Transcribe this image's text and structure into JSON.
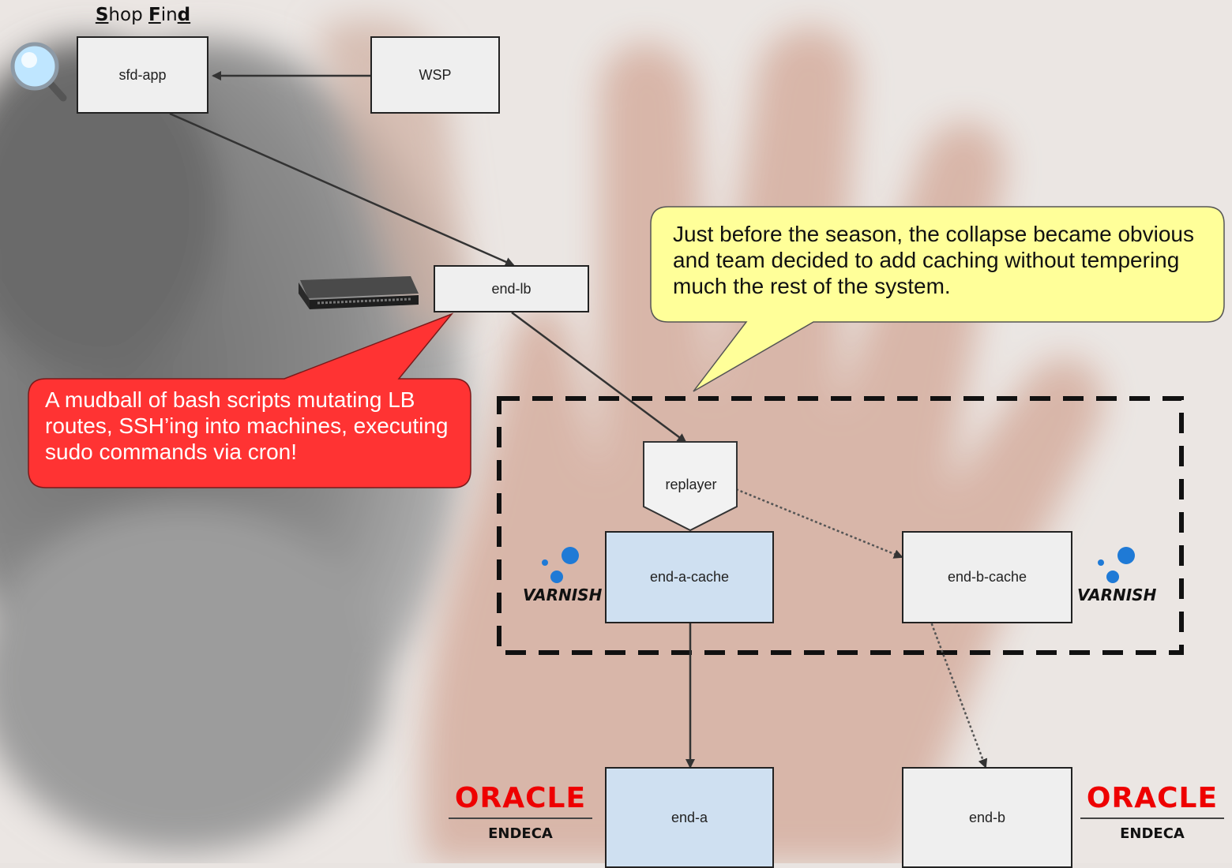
{
  "title": {
    "part1_first": "S",
    "part1_rest": "hop ",
    "part2_first": "F",
    "part2_mid": "in",
    "part2_last": "d"
  },
  "nodes": {
    "sfd_app": "sfd-app",
    "wsp": "WSP",
    "end_lb": "end-lb",
    "replayer": "replayer",
    "end_a_cache": "end-a-cache",
    "end_b_cache": "end-b-cache",
    "end_a": "end-a",
    "end_b": "end-b"
  },
  "callouts": {
    "yellow": "Just before the season, the collapse became obvious and team decided to add caching without tempering much the rest of the system.",
    "red": "A mudball of bash scripts mutating LB routes, SSH’ing into machines, executing sudo commands via cron!"
  },
  "logos": {
    "varnish": "VARNISH",
    "oracle": "ORACLE",
    "endeca": "ENDECA"
  },
  "icons": [
    "magnifier-icon",
    "network-switch-icon",
    "varnish-logo-icon",
    "oracle-logo-icon"
  ],
  "colors": {
    "node_blue": "#cfe0f1",
    "node_grey": "#efefef",
    "callout_yellow": "#ffff99",
    "callout_red": "#ff3333",
    "varnish_blue": "#1f7ad6",
    "oracle_red": "#ee0000"
  }
}
